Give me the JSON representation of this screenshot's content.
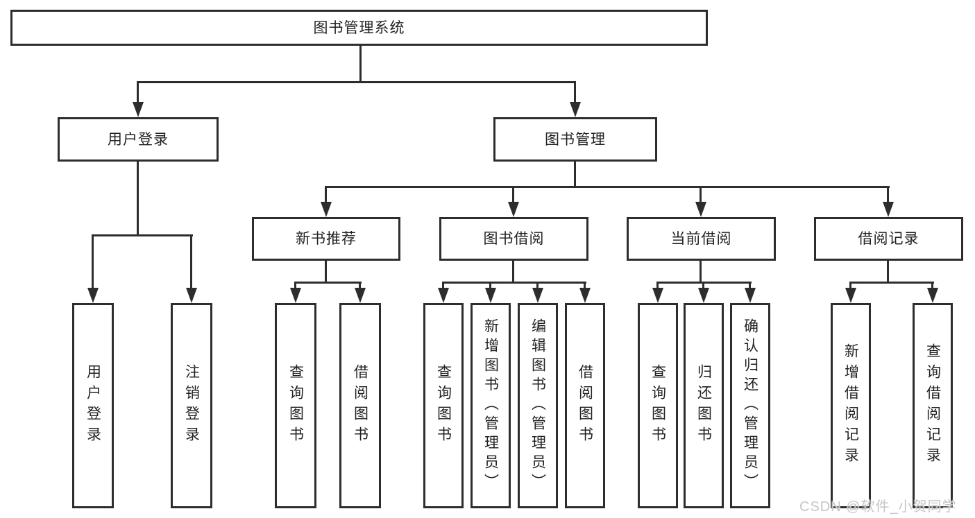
{
  "diagram": {
    "title_box": {
      "label": "图书管理系统"
    },
    "level2": [
      {
        "label": "用户登录"
      },
      {
        "label": "图书管理"
      }
    ],
    "level3": [
      {
        "label": "新书推荐"
      },
      {
        "label": "图书借阅"
      },
      {
        "label": "当前借阅"
      },
      {
        "label": "借阅记录"
      }
    ],
    "leaves_user_login": [
      {
        "label": "用户登录"
      },
      {
        "label": "注销登录"
      }
    ],
    "leaves_new_book": [
      {
        "label": "查询图书"
      },
      {
        "label": "借阅图书"
      }
    ],
    "leaves_book_borrow": [
      {
        "label": "查询图书"
      },
      {
        "label": "新增图书（管理员）"
      },
      {
        "label": "编辑图书（管理员）"
      },
      {
        "label": "借阅图书"
      }
    ],
    "leaves_current_borrow": [
      {
        "label": "查询图书"
      },
      {
        "label": "归还图书"
      },
      {
        "label": "确认归还（管理员）"
      }
    ],
    "leaves_borrow_record": [
      {
        "label": "新增借阅记录"
      },
      {
        "label": "查询借阅记录"
      }
    ],
    "watermark": "CSDN @软件_小贺同学",
    "colors": {
      "line": "#2d2d2d",
      "box_fill": "#ffffff",
      "text": "#222222",
      "watermark": "#c6c6c6"
    }
  }
}
